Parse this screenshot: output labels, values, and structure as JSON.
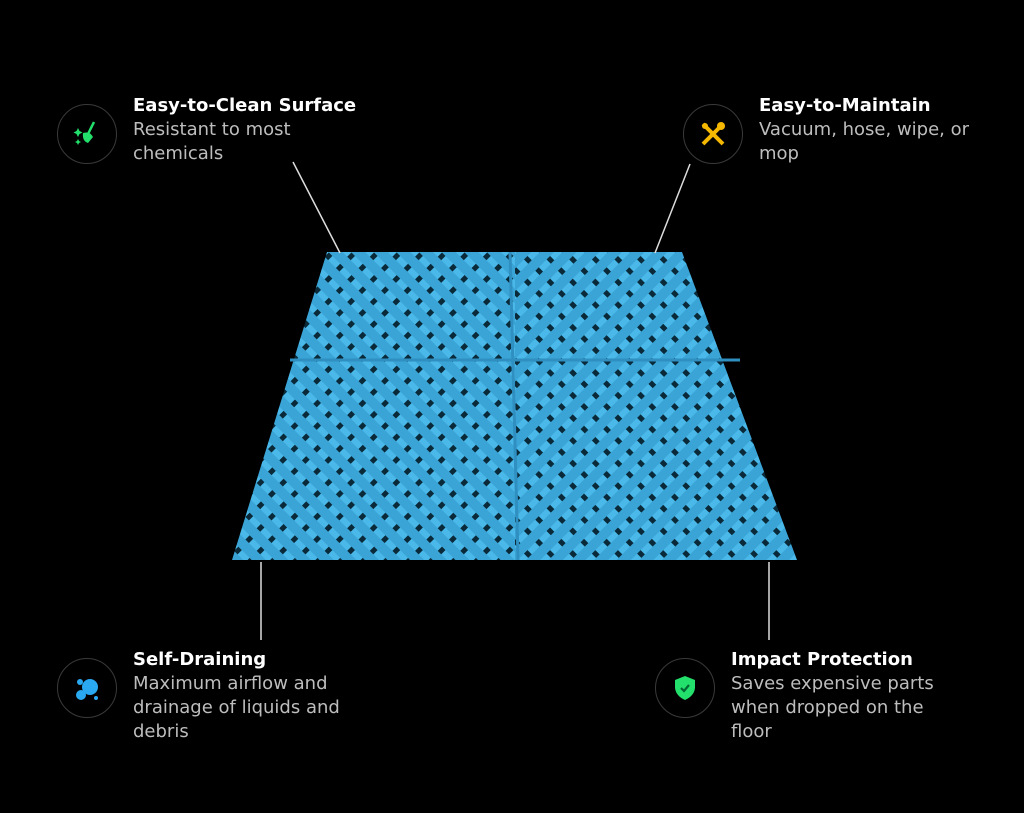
{
  "features": [
    {
      "title": "Easy-to-Clean Surface",
      "description": "Resistant to most chemicals",
      "icon": "broom-sparkle-icon",
      "color": "#22e06b"
    },
    {
      "title": "Easy-to-Maintain",
      "description": "Vacuum, hose, wipe, or mop",
      "icon": "tools-icon",
      "color": "#f5b800"
    },
    {
      "title": "Self-Draining",
      "description": "Maximum airflow and drainage of liquids and debris",
      "icon": "bubbles-icon",
      "color": "#2aa8f0"
    },
    {
      "title": "Impact Protection",
      "description": "Saves expensive parts when dropped on the floor",
      "icon": "shield-check-icon",
      "color": "#22e06b"
    }
  ],
  "tile_color": "#45b4e4"
}
